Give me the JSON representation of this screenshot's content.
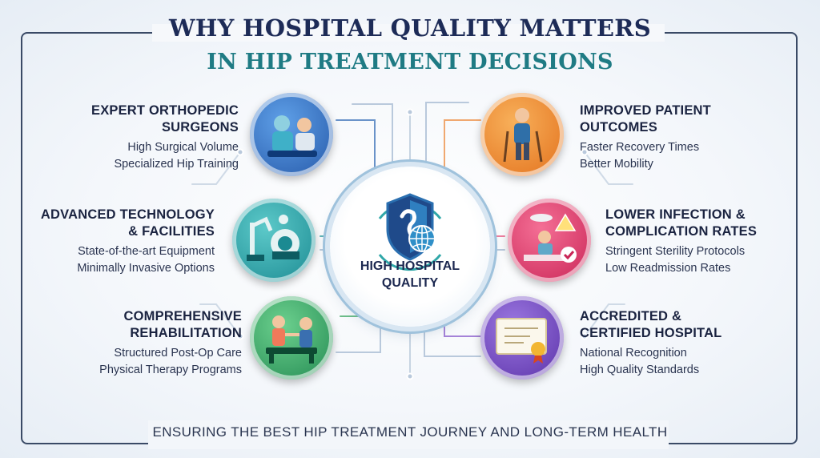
{
  "title": {
    "line1": "WHY HOSPITAL QUALITY MATTERS",
    "line2": "IN HIP TREATMENT DECISIONS"
  },
  "center": {
    "label_line1": "HIGH HOSPITAL",
    "label_line2": "QUALITY",
    "icon": "shield-globe-icon"
  },
  "factors": [
    {
      "heading_line1": "EXPERT ORTHOPEDIC",
      "heading_line2": "SURGEONS",
      "detail1": "High Surgical Volume",
      "detail2": "Specialized Hip Training",
      "icon": "surgeons-icon",
      "color": "#2f6fc4"
    },
    {
      "heading_line1": "ADVANCED TECHNOLOGY",
      "heading_line2": "& FACILITIES",
      "detail1": "State-of-the-art Equipment",
      "detail2": "Minimally Invasive Options",
      "icon": "robot-scanner-icon",
      "color": "#23a5a8"
    },
    {
      "heading_line1": "COMPREHENSIVE",
      "heading_line2": "REHABILITATION",
      "detail1": "Structured Post-Op Care",
      "detail2": "Physical Therapy Programs",
      "icon": "physical-therapy-icon",
      "color": "#36a86a"
    },
    {
      "heading_line1": "IMPROVED PATIENT",
      "heading_line2": "OUTCOMES",
      "detail1": "Faster Recovery Times",
      "detail2": "Better Mobility",
      "icon": "elderly-walker-icon",
      "color": "#f08a2c"
    },
    {
      "heading_line1": "LOWER INFECTION &",
      "heading_line2": "COMPLICATION RATES",
      "detail1": "Stringent Sterility Protocols",
      "detail2": "Low Readmission Rates",
      "icon": "operating-room-icon",
      "color": "#e8416f"
    },
    {
      "heading_line1": "ACCREDITED &",
      "heading_line2": "CERTIFIED HOSPITAL",
      "detail1": "National Recognition",
      "detail2": "High Quality Standards",
      "icon": "certificate-icon",
      "color": "#7b4cc4"
    }
  ],
  "footer": "ENSURING THE BEST HIP TREATMENT JOURNEY AND LONG-TERM HEALTH"
}
